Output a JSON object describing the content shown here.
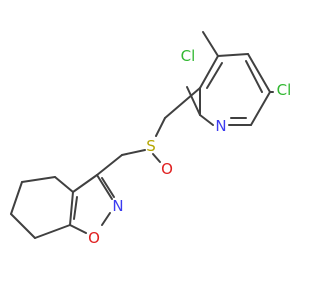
{
  "molecule": {
    "atoms": {
      "cl1": {
        "label": "Cl",
        "color": "#33b833"
      },
      "cl2": {
        "label": "Cl",
        "color": "#33b833"
      },
      "n_pyridine": {
        "label": "N",
        "color": "#3c3cf0"
      },
      "s": {
        "label": "S",
        "color": "#b5a600"
      },
      "o_sulfinyl": {
        "label": "O",
        "color": "#e02020"
      },
      "n_isoxazole": {
        "label": "N",
        "color": "#3c3cf0"
      },
      "o_isoxazole": {
        "label": "O",
        "color": "#e02020"
      }
    },
    "bond_color": "#404040"
  }
}
